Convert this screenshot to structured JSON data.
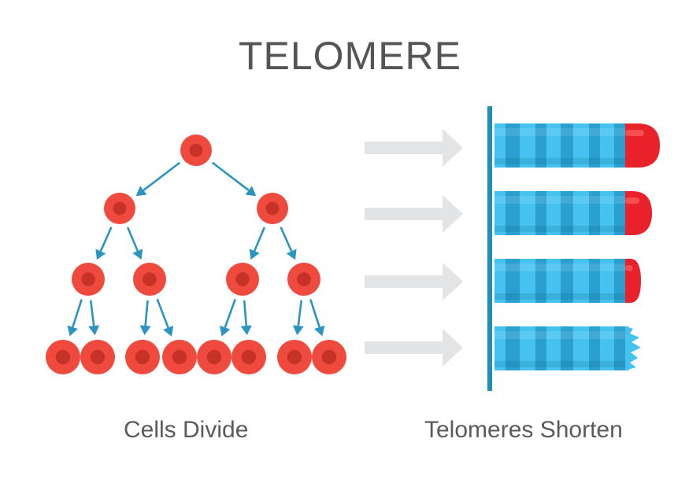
{
  "title": "TELOMERE",
  "captions": {
    "left": "Cells Divide",
    "right": "Telomeres Shorten"
  },
  "colors": {
    "cell": "#f04a3e",
    "cell_nucleus": "#c73227",
    "arrow_blue": "#2a95c0",
    "arrow_gray": "#e3e4e6",
    "chromosome_dark": "#2a9fd0",
    "chromosome_light": "#45c2f0",
    "telomere_cap": "#e8212a",
    "axis_line": "#1d8fbf"
  },
  "icons": {
    "cell": "cell-icon",
    "division_arrow": "arrow-icon",
    "process_arrow": "right-arrow-icon",
    "chromosome": "chromosome-icon"
  },
  "telomere_levels": [
    1.0,
    0.75,
    0.4,
    0.0
  ]
}
